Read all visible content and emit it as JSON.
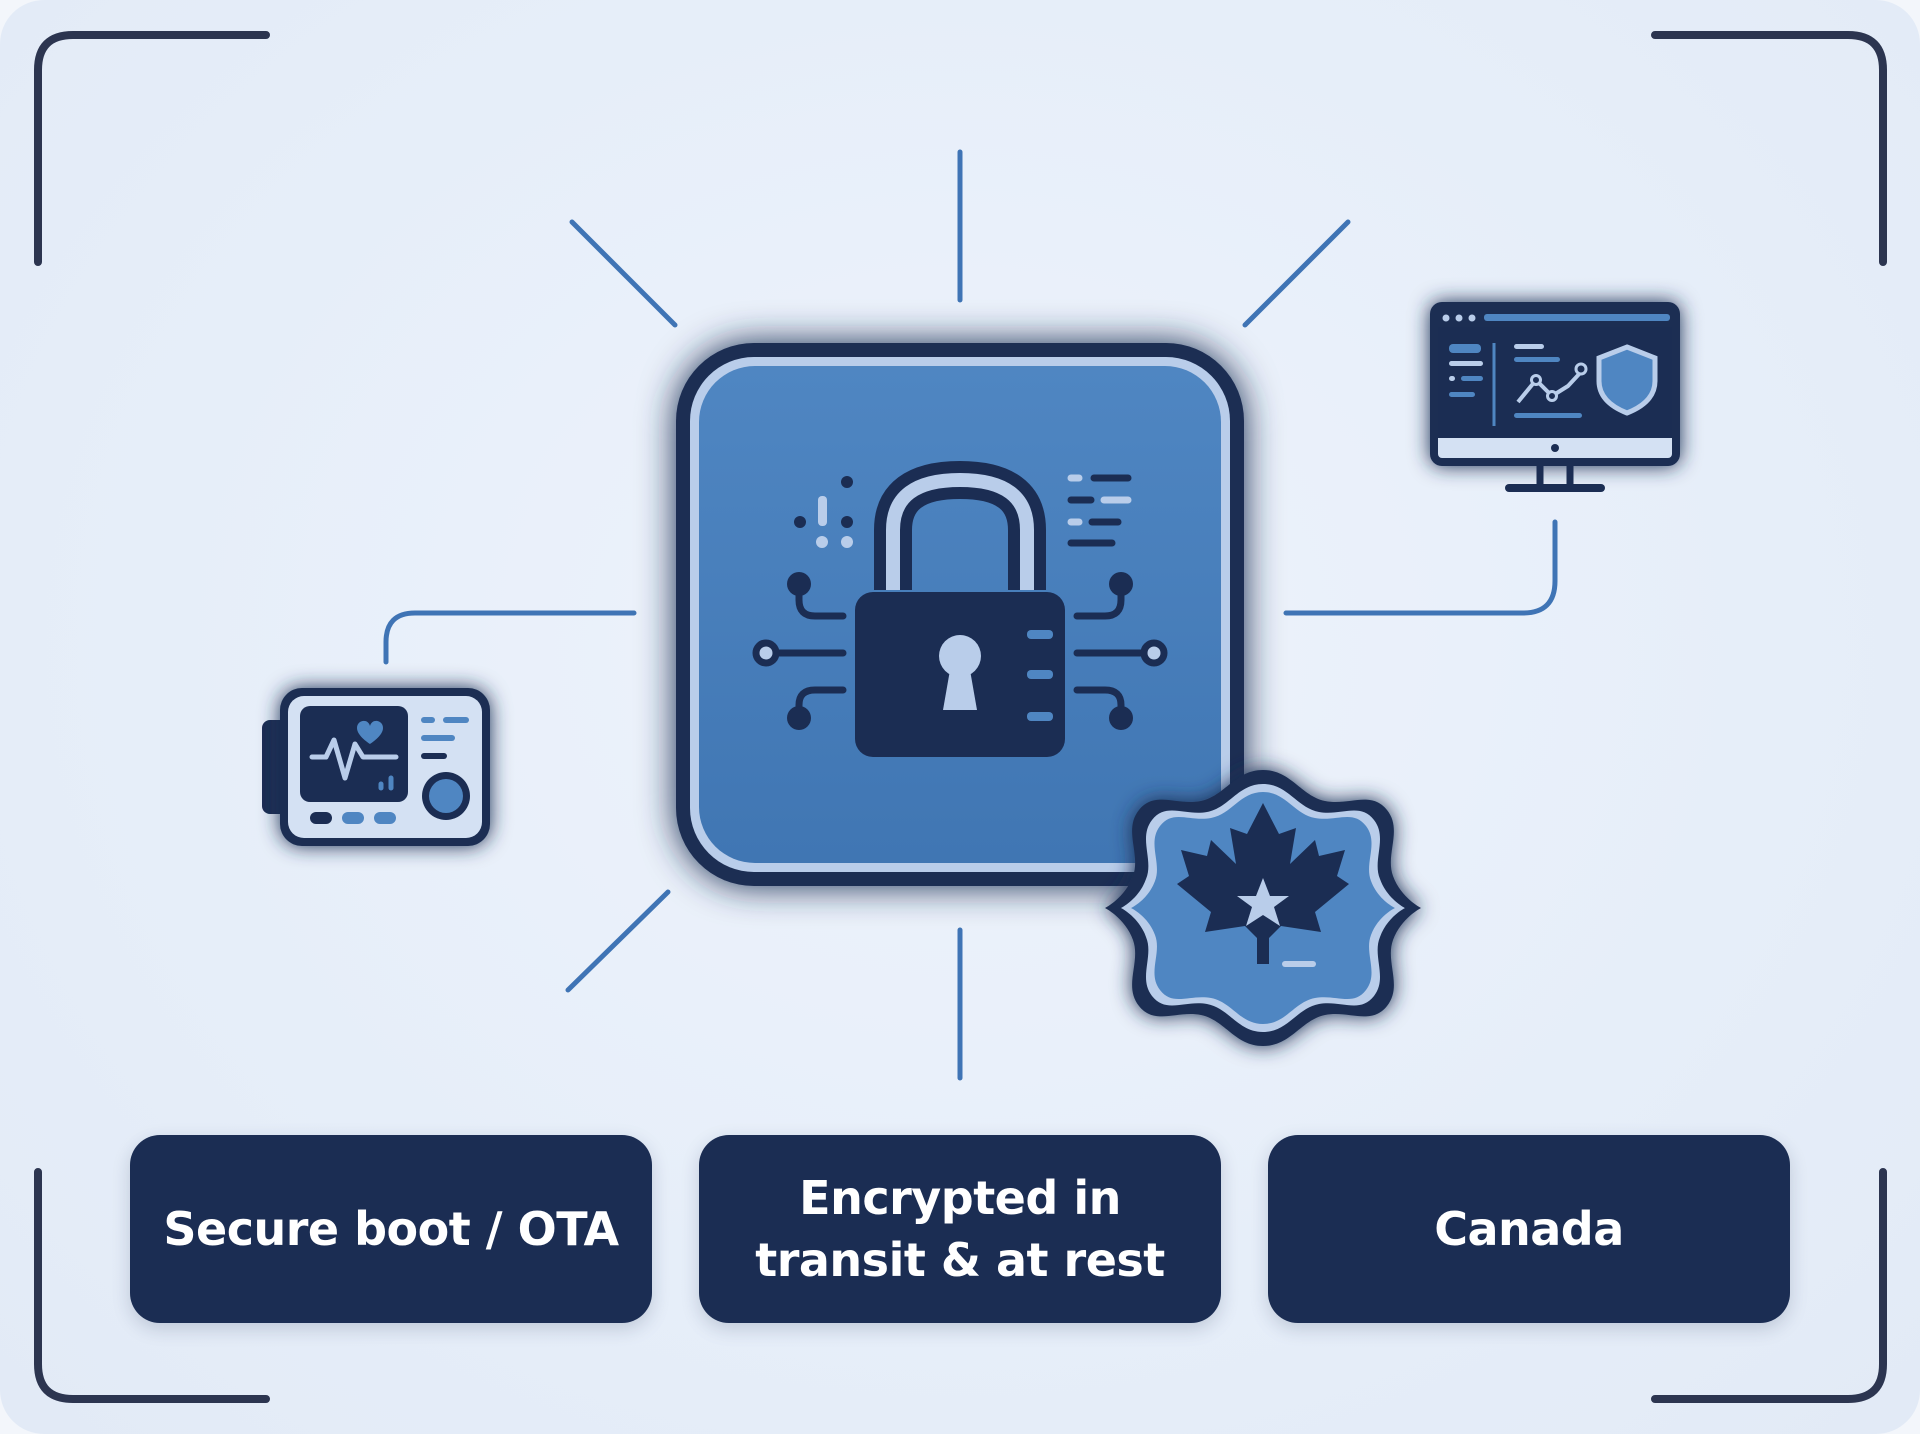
{
  "labels": {
    "secure_boot": "Secure boot / OTA",
    "encrypted": "Encrypted in transit & at rest",
    "canada": "Canada"
  },
  "icons": {
    "center": "padlock-circuit-icon",
    "left_device": "medical-monitor-device-icon",
    "right_device": "dashboard-monitor-shield-icon",
    "badge": "maple-leaf-badge-icon"
  },
  "colors": {
    "navy": "#1b2d53",
    "panel_blue": "#4a7fb8",
    "accent_blue": "#3f74b5",
    "light_blue": "#b9cdea",
    "background": "#e6eef9"
  }
}
